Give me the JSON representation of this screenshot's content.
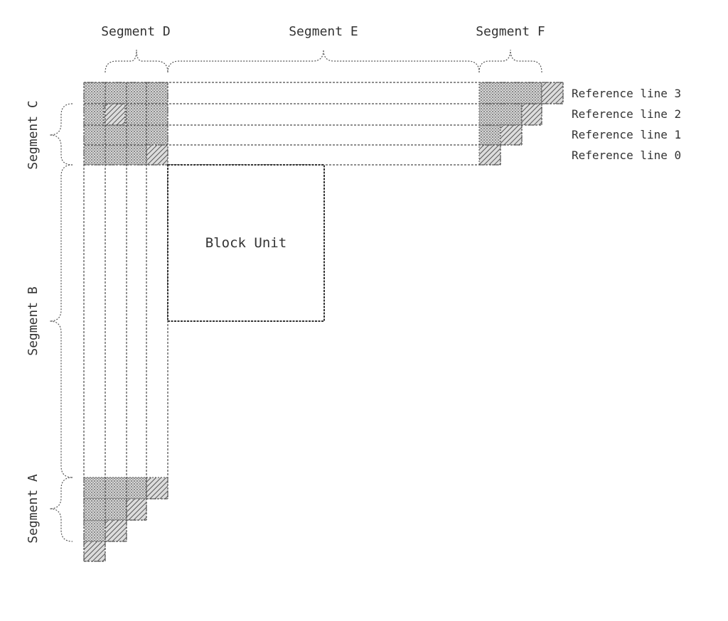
{
  "figure": {
    "segments": {
      "a": "Segment A",
      "b": "Segment B",
      "c": "Segment C",
      "d": "Segment D",
      "e": "Segment E",
      "f": "Segment F"
    },
    "block_label": "Block Unit",
    "reference_lines": [
      "Reference line 3",
      "Reference line 2",
      "Reference line 1",
      "Reference line 0"
    ]
  },
  "colors": {
    "line": "#4a4a4a",
    "shade": "#bdbdbd",
    "text": "#333333"
  }
}
